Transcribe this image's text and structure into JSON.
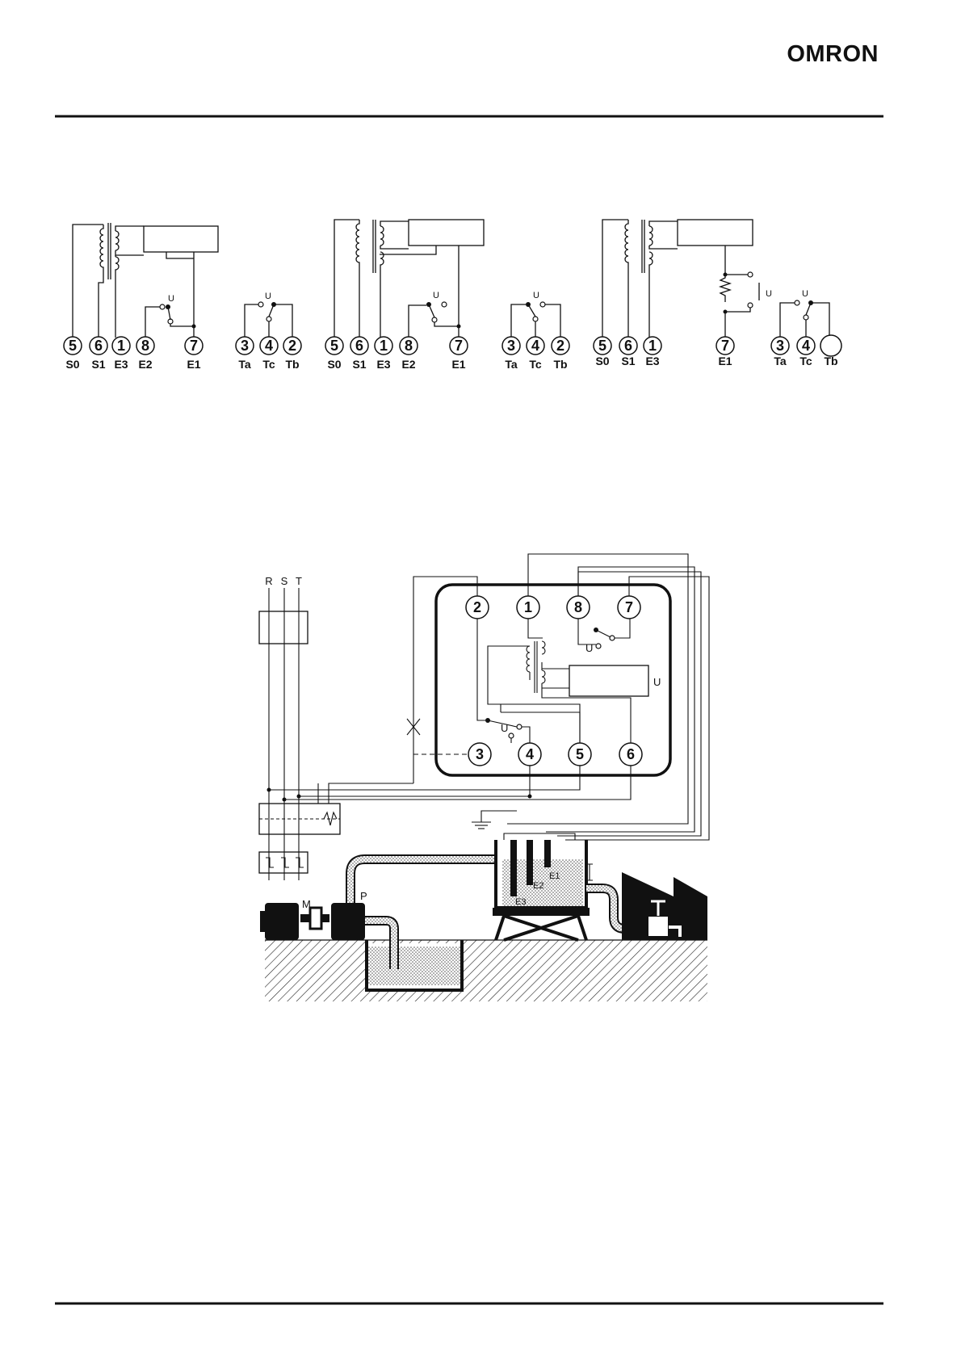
{
  "header": {
    "logo_text": "OMRON"
  },
  "wiring_diagrams": [
    {
      "terminals": [
        {
          "number": "5",
          "label": "S0"
        },
        {
          "number": "6",
          "label": "S1"
        },
        {
          "number": "1",
          "label": "E3"
        },
        {
          "number": "8",
          "label": "E2"
        },
        {
          "number": "7",
          "label": "E1"
        }
      ],
      "contact_terminals": [
        {
          "number": "3",
          "label": "Ta"
        },
        {
          "number": "4",
          "label": "Tc"
        },
        {
          "number": "2",
          "label": "Tb"
        }
      ],
      "relay_label": "U"
    },
    {
      "terminals": [
        {
          "number": "5",
          "label": "S0"
        },
        {
          "number": "6",
          "label": "S1"
        },
        {
          "number": "1",
          "label": "E3"
        },
        {
          "number": "8",
          "label": "E2"
        },
        {
          "number": "7",
          "label": "E1"
        }
      ],
      "contact_terminals": [
        {
          "number": "3",
          "label": "Ta"
        },
        {
          "number": "4",
          "label": "Tc"
        },
        {
          "number": "2",
          "label": "Tb"
        }
      ],
      "relay_label": "U"
    },
    {
      "terminals": [
        {
          "number": "5",
          "label": "S0"
        },
        {
          "number": "6",
          "label": "S1"
        },
        {
          "number": "1",
          "label": "E3"
        },
        {
          "number": "7",
          "label": "E1"
        }
      ],
      "contact_terminals": [
        {
          "number": "3",
          "label": "Ta"
        },
        {
          "number": "4",
          "label": "Tc"
        },
        {
          "number": "",
          "label": "Tb"
        }
      ],
      "relay_label": "U"
    }
  ],
  "application_diagram": {
    "phase_labels": [
      "R",
      "S",
      "T"
    ],
    "terminals": [
      "2",
      "1",
      "8",
      "7",
      "3",
      "4",
      "5",
      "6"
    ],
    "relay_label": "U",
    "motor_label": "M",
    "pump_label": "P",
    "electrode_labels": [
      "E1",
      "E2",
      "E3"
    ]
  }
}
